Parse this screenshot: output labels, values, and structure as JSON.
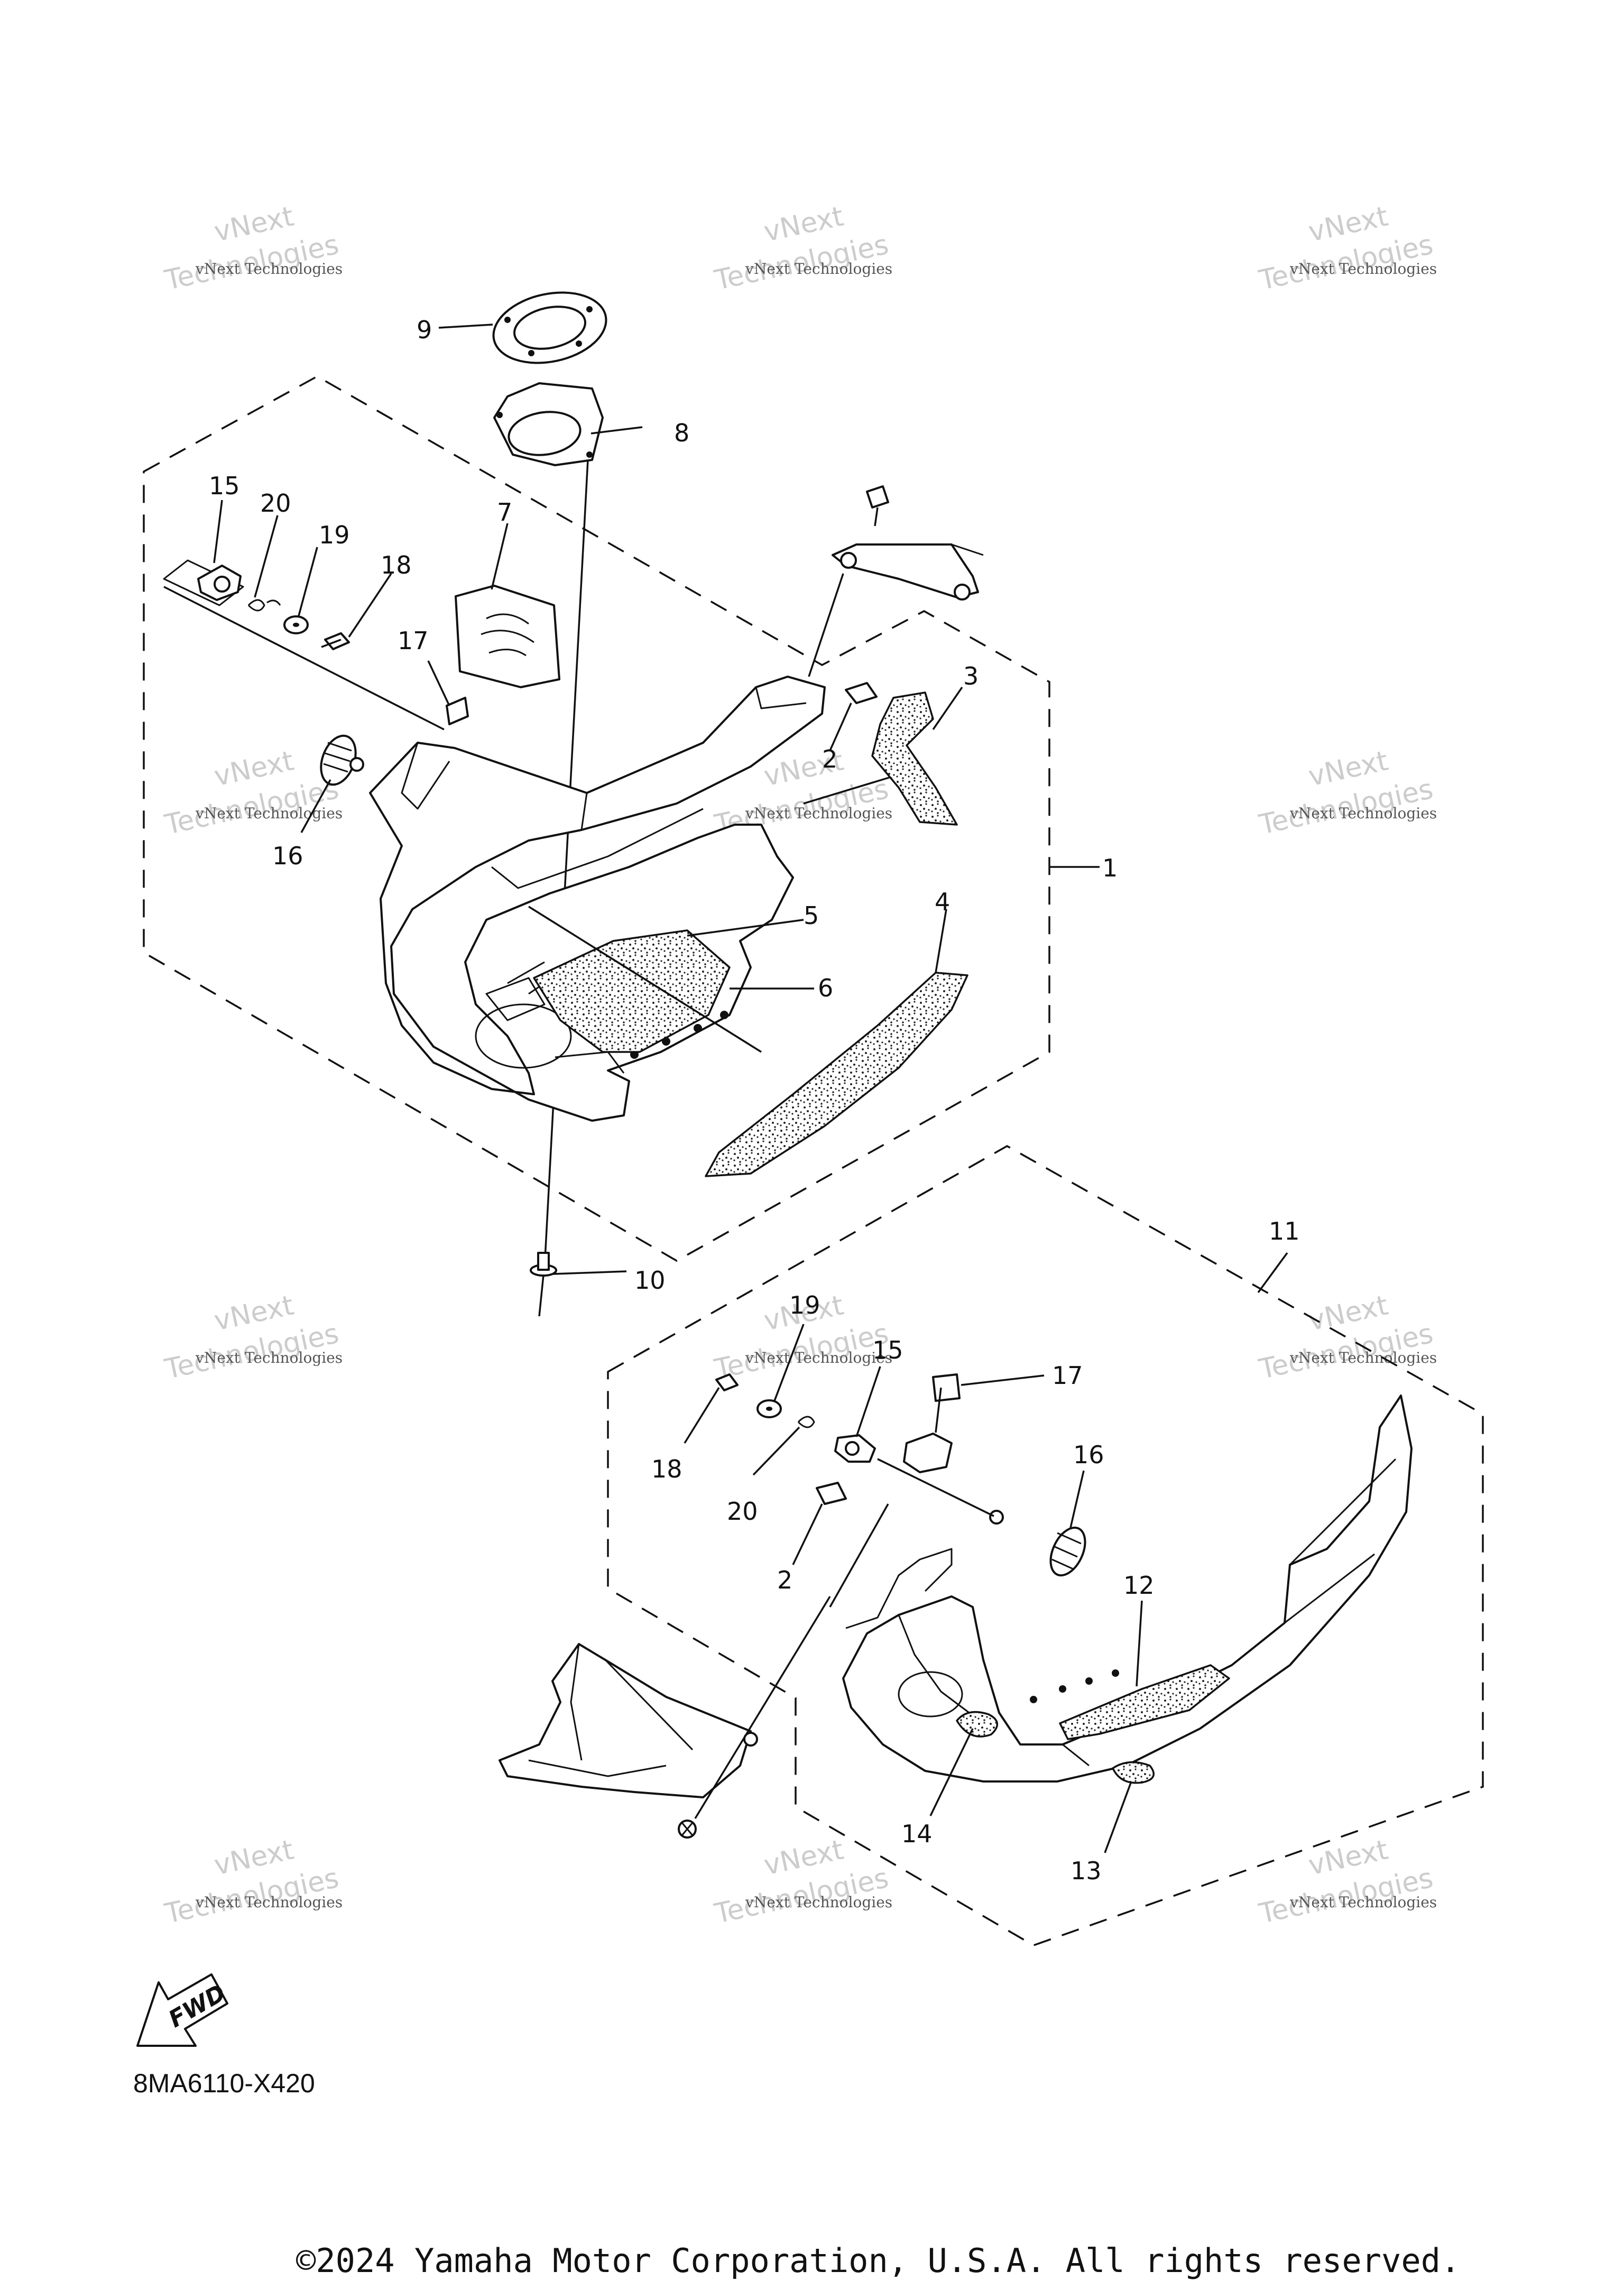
{
  "diagram": {
    "model_code": "8MA6110-X420",
    "copyright": "©2024 Yamaha Motor Corporation, U.S.A. All rights reserved.",
    "fwd_label": "FWD",
    "watermark": {
      "line1": "vNext Technologies",
      "line2": "Technologies",
      "line3": "vNext"
    },
    "callouts": {
      "c1": "1",
      "c2a": "2",
      "c3": "3",
      "c4": "4",
      "c5": "5",
      "c6": "6",
      "c7": "7",
      "c8": "8",
      "c9": "9",
      "c10": "10",
      "c15a": "15",
      "c16a": "16",
      "c17a": "17",
      "c18a": "18",
      "c19a": "19",
      "c20a": "20",
      "c11": "11",
      "c12": "12",
      "c13": "13",
      "c14": "14",
      "c15b": "15",
      "c16b": "16",
      "c17b": "17",
      "c18b": "18",
      "c19b": "19",
      "c20b": "20",
      "c2b": "2"
    }
  }
}
